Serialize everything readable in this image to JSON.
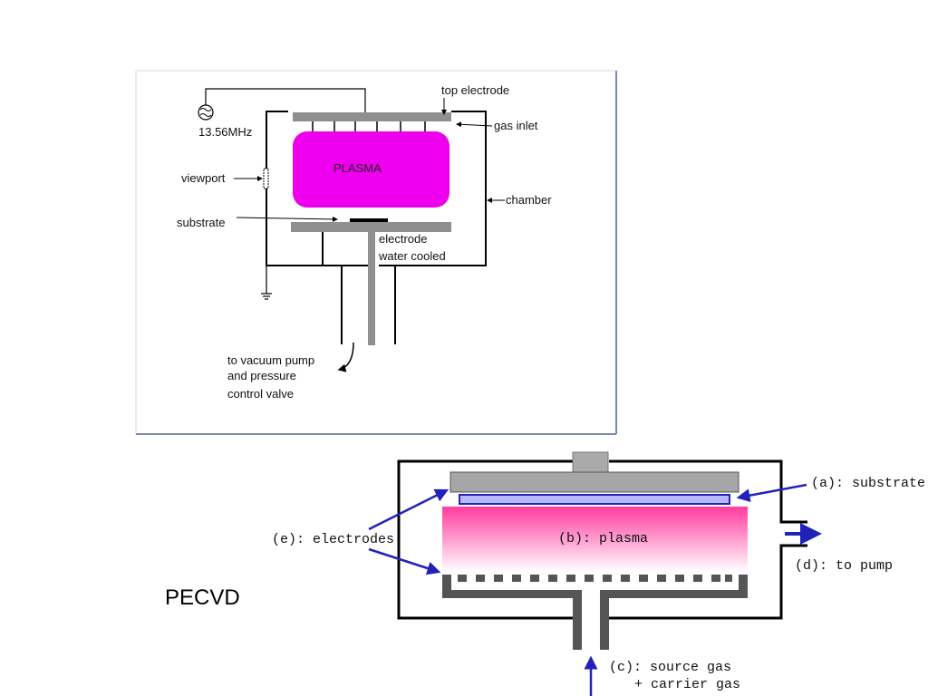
{
  "diagram1": {
    "rf_source": "13.56MHz",
    "top_electrode": "top electrode",
    "gas_inlet": "gas inlet",
    "plasma": "PLASMA",
    "viewport": "viewport",
    "chamber": "chamber",
    "substrate": "substrate",
    "electrode_line1": "electrode",
    "electrode_line2": "water cooled",
    "pump_line1": "to vacuum pump",
    "pump_line2": "and pressure",
    "pump_line3": "control valve"
  },
  "diagram2": {
    "substrate": "(a): substrate",
    "plasma": "(b): plasma",
    "source_line1": "(c): source gas",
    "source_line2": "+ carrier gas",
    "pump": "(d): to pump",
    "electrodes": "(e): electrodes"
  },
  "caption": "PECVD",
  "colors": {
    "plasma_magenta": "#ee00ee",
    "plasma_pink": "#ff3399",
    "arrow_blue": "#2222bb",
    "electrode_gray": "#888888"
  }
}
